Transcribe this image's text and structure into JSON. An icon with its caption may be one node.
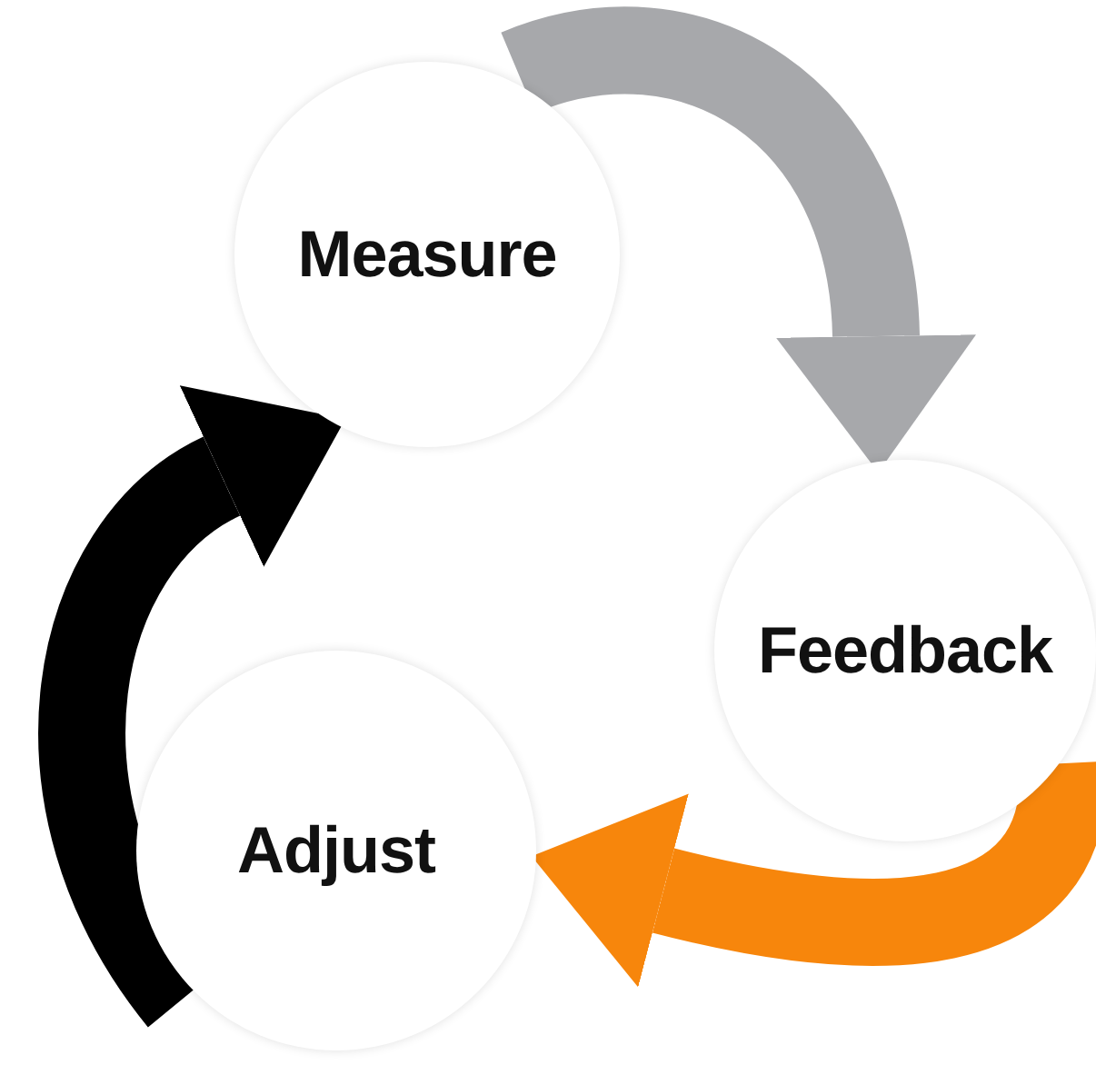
{
  "diagram": {
    "nodes": [
      {
        "text": [
          "Measure"
        ]
      },
      {
        "text": [
          "Feedback"
        ]
      },
      {
        "text": [
          "Adjust"
        ]
      }
    ],
    "edges": [
      {
        "from": 0,
        "to": 1,
        "arrow": "to",
        "color": "#a7a8ab"
      },
      {
        "from": 1,
        "to": 2,
        "arrow": "to",
        "color": "#f7860c"
      },
      {
        "from": 2,
        "to": 0,
        "arrow": "to",
        "color": "#000000"
      }
    ]
  }
}
